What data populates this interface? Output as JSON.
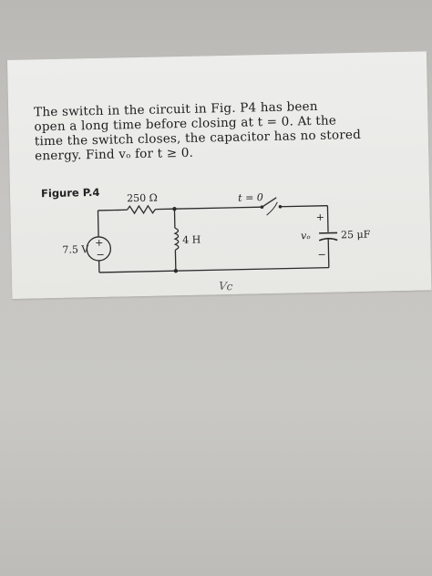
{
  "problem": {
    "lines": [
      "The switch in the circuit in Fig. P4    has been",
      "open a long time before closing at t = 0. At the",
      "time the switch closes, the capacitor has no stored",
      "energy. Find vₒ for t ≥ 0."
    ]
  },
  "figure": {
    "label": "Figure P.4",
    "source_voltage": "7.5 V",
    "resistor": "250 Ω",
    "inductor": "4 H",
    "capacitor": "25 μF",
    "switch_label": "t = 0",
    "output_label": "vₒ",
    "plus": "+",
    "minus": "−",
    "source_plus": "+",
    "source_minus": "−"
  },
  "handwritten_note": "Vc"
}
